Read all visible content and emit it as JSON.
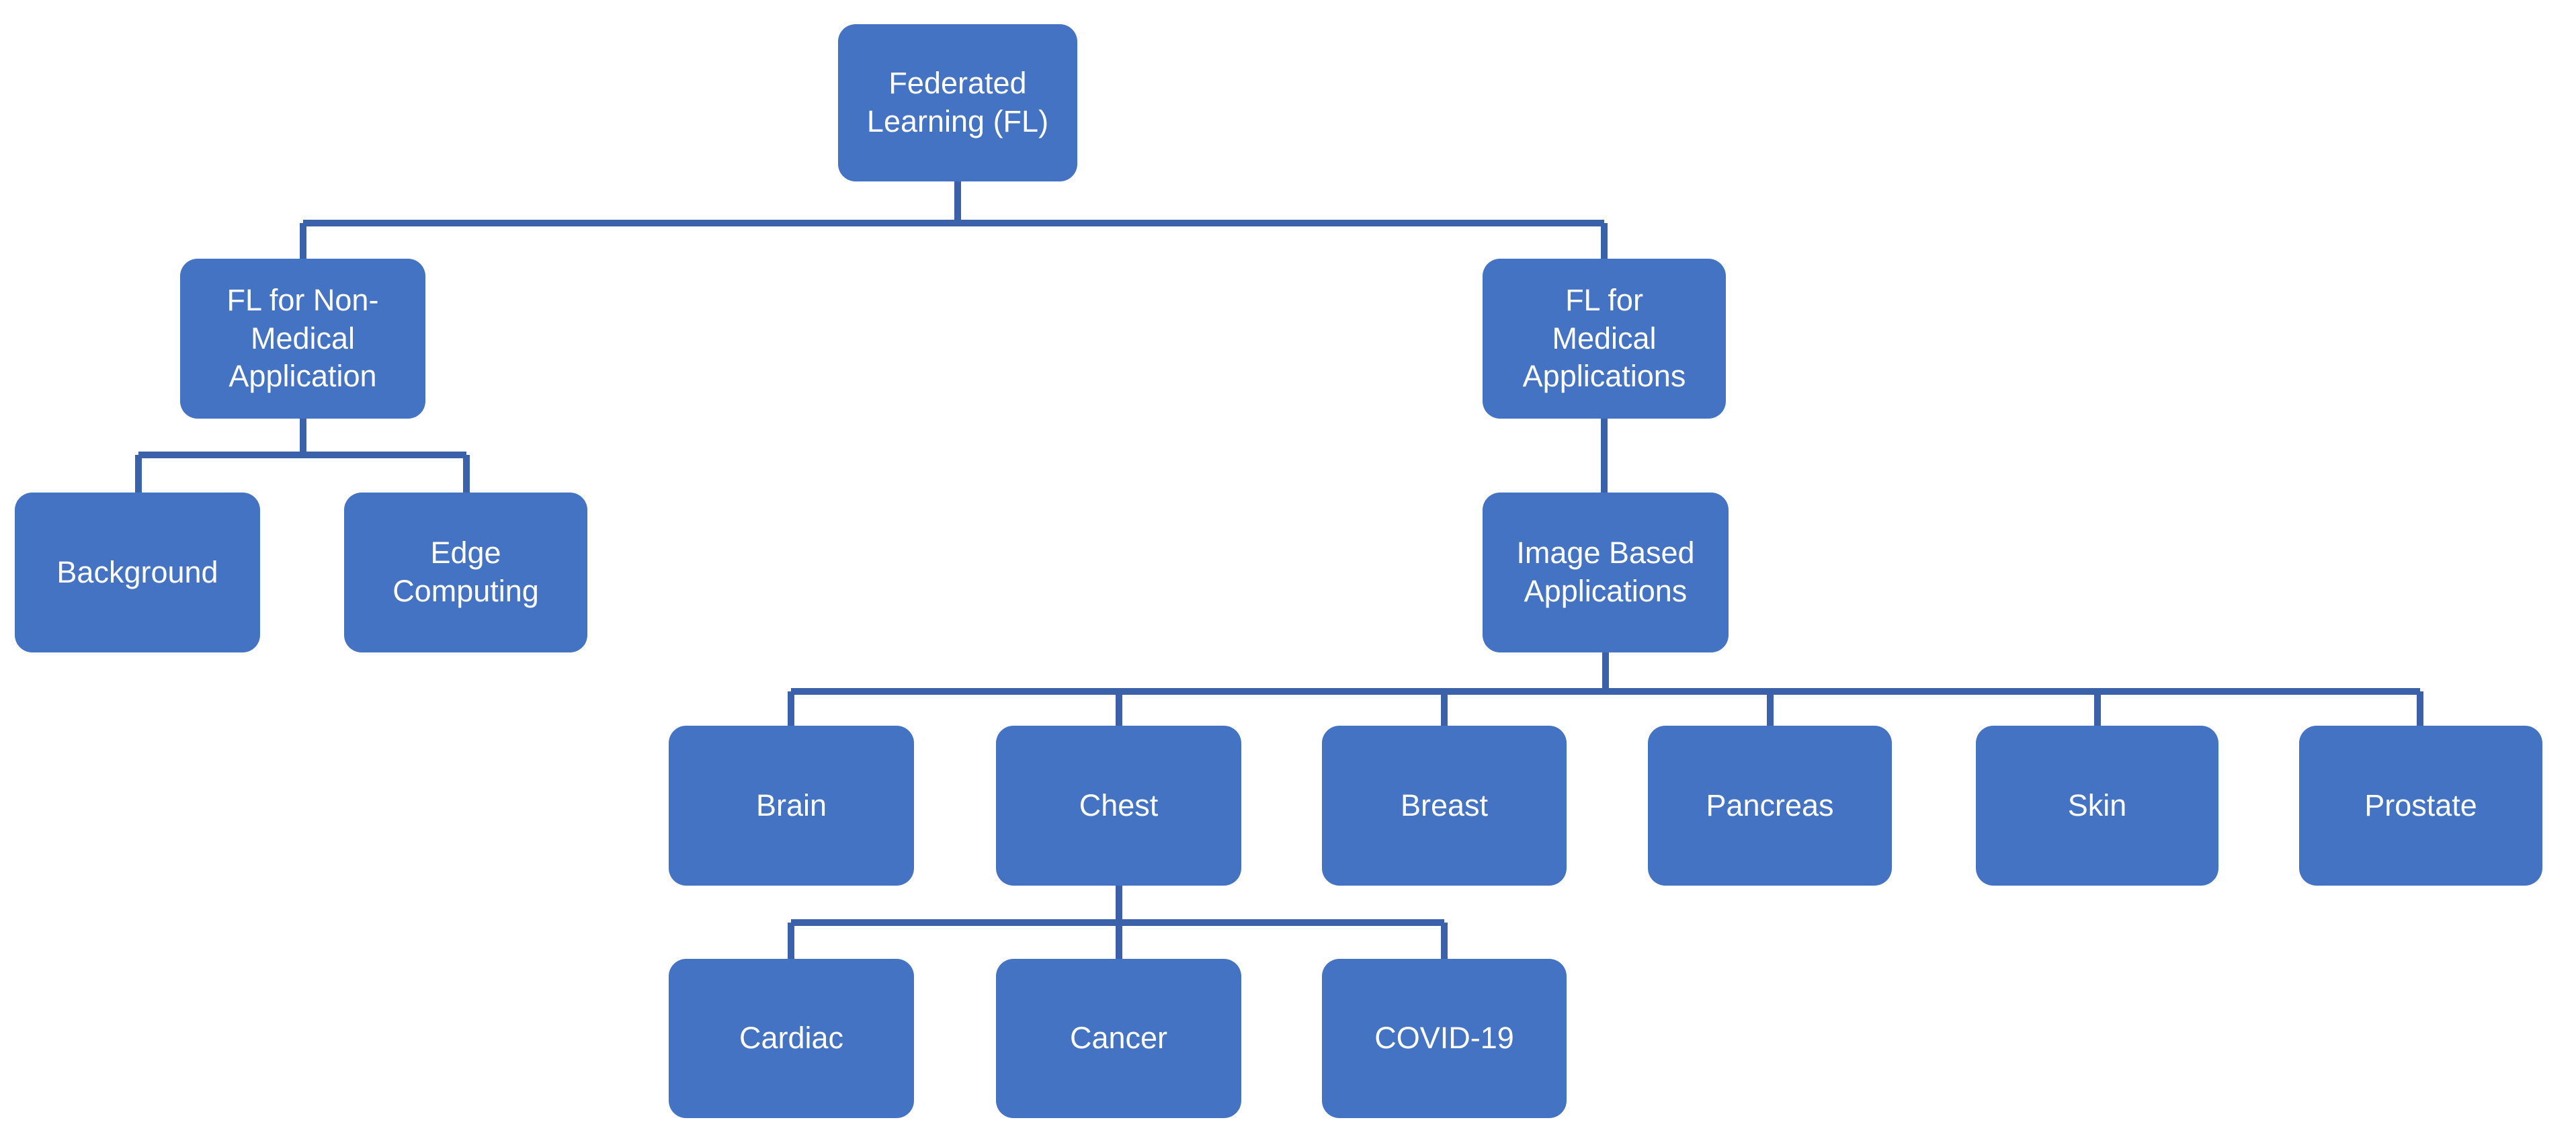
{
  "diagram": {
    "type": "org-chart",
    "colors": {
      "background": "#FFFFFF",
      "node_fill": "#4573C4",
      "node_text": "#FFFFFF",
      "connector": "#3B61AB"
    },
    "nodes": {
      "federated_learning": {
        "label": "Federated Learning (FL)",
        "lines": [
          "Federated",
          "Learning (FL)"
        ]
      },
      "fl_non_medical": {
        "label": "FL for Non-Medical Application",
        "lines": [
          "FL for Non-",
          "Medical",
          "Application"
        ]
      },
      "fl_medical": {
        "label": "FL for Medical Applications",
        "lines": [
          "FL for",
          "Medical",
          "Applications"
        ]
      },
      "background": {
        "label": "Background",
        "lines": [
          "Background"
        ]
      },
      "edge_computing": {
        "label": "Edge Computing",
        "lines": [
          "Edge",
          "Computing"
        ]
      },
      "image_based": {
        "label": "Image Based Applications",
        "lines": [
          "Image Based",
          "Applications"
        ]
      },
      "brain": {
        "label": "Brain",
        "lines": [
          "Brain"
        ]
      },
      "chest": {
        "label": "Chest",
        "lines": [
          "Chest"
        ]
      },
      "breast": {
        "label": "Breast",
        "lines": [
          "Breast"
        ]
      },
      "pancreas": {
        "label": "Pancreas",
        "lines": [
          "Pancreas"
        ]
      },
      "skin": {
        "label": "Skin",
        "lines": [
          "Skin"
        ]
      },
      "prostate": {
        "label": "Prostate",
        "lines": [
          "Prostate"
        ]
      },
      "cardiac": {
        "label": "Cardiac",
        "lines": [
          "Cardiac"
        ]
      },
      "cancer": {
        "label": "Cancer",
        "lines": [
          "Cancer"
        ]
      },
      "covid19": {
        "label": "COVID-19",
        "lines": [
          "COVID-19"
        ]
      }
    },
    "edges": [
      {
        "from": "federated_learning",
        "to": "fl_non_medical"
      },
      {
        "from": "federated_learning",
        "to": "fl_medical"
      },
      {
        "from": "fl_non_medical",
        "to": "background"
      },
      {
        "from": "fl_non_medical",
        "to": "edge_computing"
      },
      {
        "from": "fl_medical",
        "to": "image_based"
      },
      {
        "from": "image_based",
        "to": "brain"
      },
      {
        "from": "image_based",
        "to": "chest"
      },
      {
        "from": "image_based",
        "to": "breast"
      },
      {
        "from": "image_based",
        "to": "pancreas"
      },
      {
        "from": "image_based",
        "to": "skin"
      },
      {
        "from": "image_based",
        "to": "prostate"
      },
      {
        "from": "chest",
        "to": "cardiac"
      },
      {
        "from": "chest",
        "to": "cancer"
      },
      {
        "from": "chest",
        "to": "covid19"
      }
    ]
  }
}
